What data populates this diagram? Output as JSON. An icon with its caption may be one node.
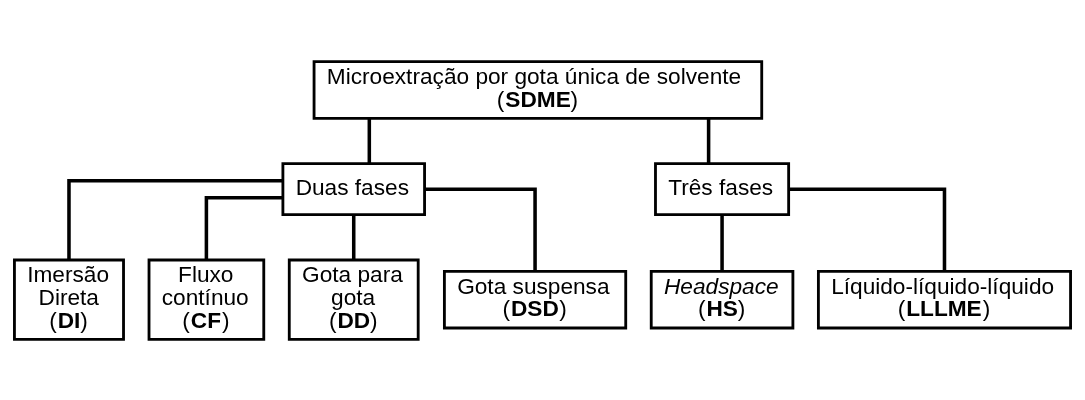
{
  "diagram": {
    "nodes": [
      {
        "text": [
          "Microextração por gota única de solvente (**SDME**)"
        ]
      },
      {
        "text": [
          "Duas fases"
        ]
      },
      {
        "text": [
          "Três fases"
        ]
      },
      {
        "text": [
          "Imersão Direta (**DI**)"
        ]
      },
      {
        "text": [
          "Fluxo contínuo (**CF**)"
        ]
      },
      {
        "text": [
          "Gota para gota (**DD**)"
        ]
      },
      {
        "text": [
          "Gota suspensa (**DSD**)"
        ]
      },
      {
        "text": [
          "*Headspace* (**HS**)"
        ]
      },
      {
        "text": [
          "Líquido-líquido-líquido (**LLLME**)"
        ]
      }
    ],
    "edges": [
      {
        "from": 0,
        "to": 1,
        "arrow": "none"
      },
      {
        "from": 0,
        "to": 2,
        "arrow": "none"
      },
      {
        "from": 1,
        "to": 3,
        "arrow": "none"
      },
      {
        "from": 1,
        "to": 4,
        "arrow": "none"
      },
      {
        "from": 1,
        "to": 5,
        "arrow": "none"
      },
      {
        "from": 1,
        "to": 6,
        "arrow": "none"
      },
      {
        "from": 2,
        "to": 7,
        "arrow": "none"
      },
      {
        "from": 2,
        "to": 8,
        "arrow": "none"
      }
    ]
  }
}
